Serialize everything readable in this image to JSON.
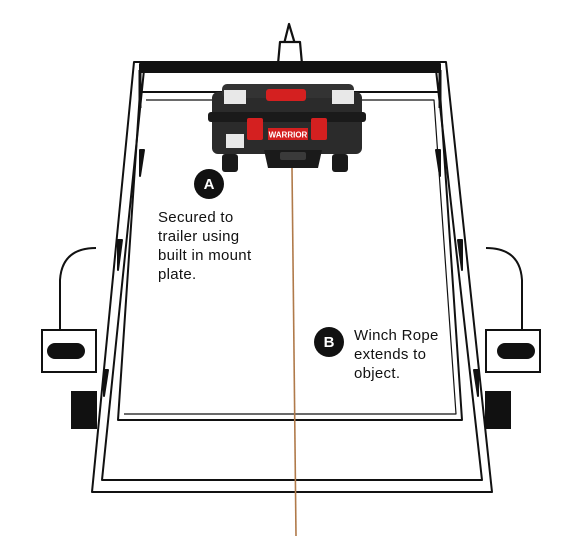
{
  "diagram": {
    "callouts": [
      {
        "marker": "A",
        "text": "Secured to\ntrailer using\nbuilt in mount\nplate."
      },
      {
        "marker": "B",
        "text": "Winch Rope\nextends to\nobject."
      }
    ],
    "winch_brand": "WARRIOR",
    "colors": {
      "trailer_line": "#111111",
      "case_body": "#2b2b2b",
      "case_dark": "#1a1a1a",
      "case_accent": "#d42020",
      "rope": "#b07a4a",
      "badge": "#111111"
    }
  }
}
